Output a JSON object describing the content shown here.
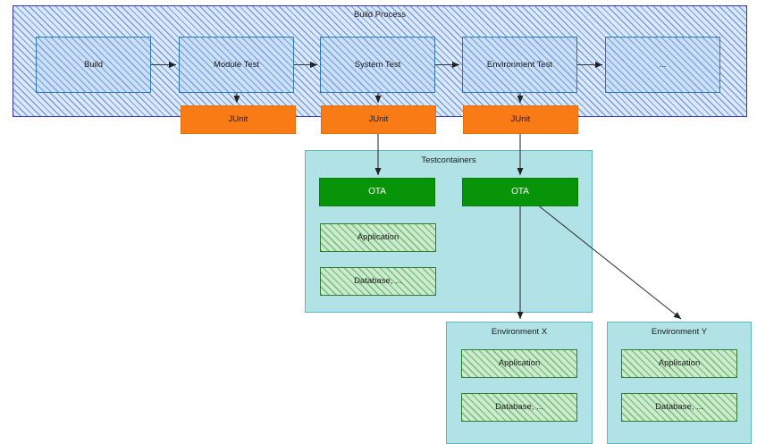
{
  "diagram": {
    "type": "flow-architecture",
    "title": "Build Process and Testcontainers architecture",
    "colors": {
      "build_process_border": "#3333cc",
      "build_process_fill": "#dce9fb",
      "stage_border": "#2e78b8",
      "stage_fill": "#cde0f7",
      "junit_fill": "#f87b15",
      "panel_fill": "#b1e3e6",
      "panel_border": "#5fb7c0",
      "ota_fill": "#089408",
      "hatch_green_fill": "#cdeccd",
      "hatch_green_border": "#2e7d32",
      "edge_color": "#333333"
    }
  },
  "build_process": {
    "label": "Build Process",
    "stages": [
      {
        "label": "Build"
      },
      {
        "label": "Module Test"
      },
      {
        "label": "System Test"
      },
      {
        "label": "Environment Test"
      },
      {
        "label": "..."
      }
    ]
  },
  "junit": [
    {
      "label": "JUnit"
    },
    {
      "label": "JUnit"
    },
    {
      "label": "JUnit"
    }
  ],
  "testcontainers": {
    "label": "Testcontainers",
    "ota_left": {
      "label": "OTA"
    },
    "ota_right": {
      "label": "OTA"
    },
    "items": [
      {
        "label": "Application"
      },
      {
        "label": "Database, ..."
      }
    ]
  },
  "environments": [
    {
      "label": "Environment X",
      "items": [
        {
          "label": "Application"
        },
        {
          "label": "Database, ..."
        }
      ]
    },
    {
      "label": "Environment Y",
      "items": [
        {
          "label": "Application"
        },
        {
          "label": "Database, ..."
        }
      ]
    }
  ]
}
